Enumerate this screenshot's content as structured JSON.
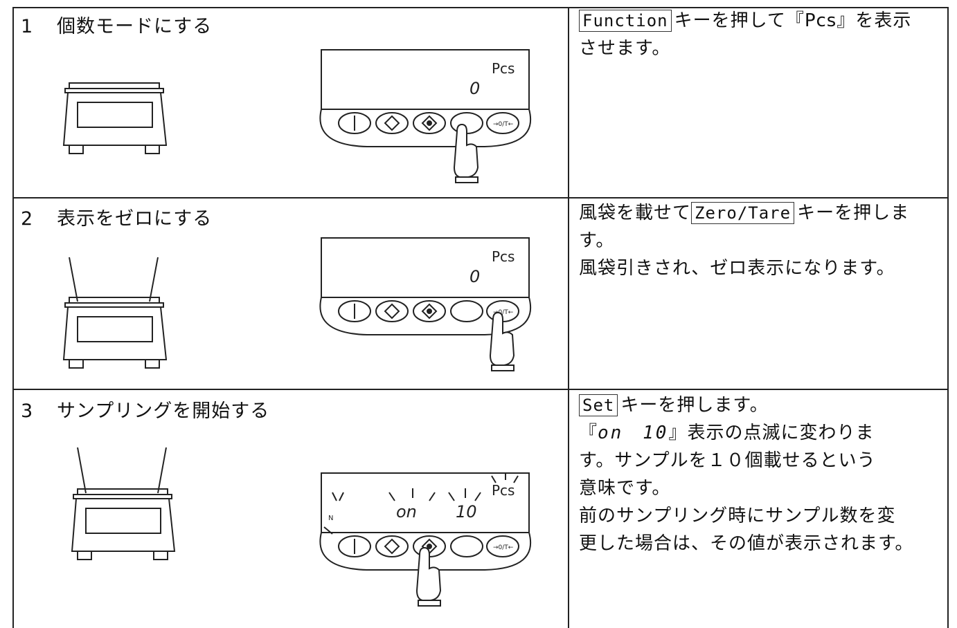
{
  "steps": [
    {
      "number": "1",
      "title": "個数モードにする",
      "display": {
        "unit": "Pcs",
        "value": "0"
      },
      "description": {
        "key": "Function",
        "line1": "キーを押して『Pcs』を表示",
        "line2": "させます。"
      }
    },
    {
      "number": "2",
      "title": "表示をゼロにする",
      "display": {
        "unit": "Pcs",
        "value": "0"
      },
      "description": {
        "line0": "風袋を載せて",
        "key": "Zero/Tare",
        "line1": "キーを押しま",
        "line2": "す。",
        "line3": "風袋引きされ、ゼロ表示になります。"
      }
    },
    {
      "number": "3",
      "title": "サンプリングを開始する",
      "display": {
        "unit": "Pcs",
        "on": "on",
        "value": "10",
        "indicator": "N"
      },
      "description": {
        "key": "Set",
        "line1": "キーを押します。",
        "line2_open": "『",
        "line2_seg_on": "on",
        "line2_seg_val": "10",
        "line2_close": "』表示の点滅に変わりま",
        "line3": "す。サンプルを１０個載せるという",
        "line4": "意味です。",
        "line5": "前のサンプリング時にサンプル数を変",
        "line6": "更した場合は、その値が表示されます。"
      }
    }
  ],
  "keypad_labels": {
    "zero_tare": "→0/T←"
  }
}
